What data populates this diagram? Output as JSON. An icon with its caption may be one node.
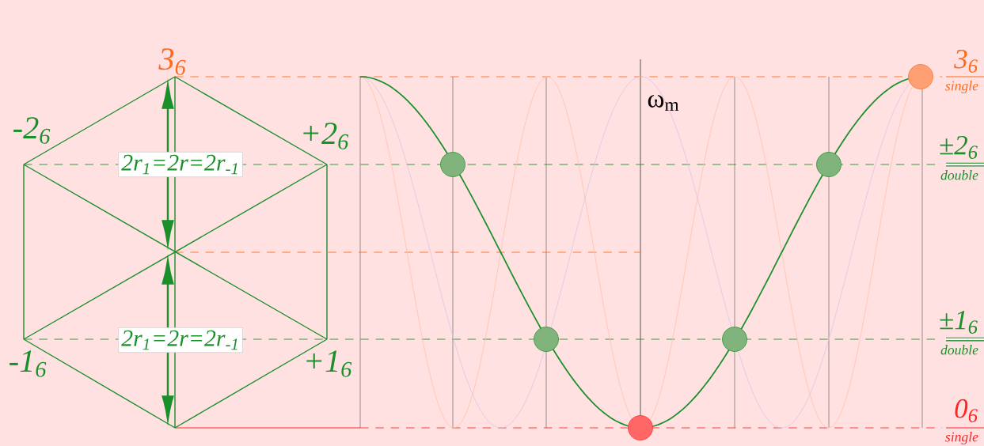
{
  "diagram": {
    "nodes": [
      {
        "text": [
          "2r$_{1}$=2r=2r$_{-1}$"
        ]
      },
      {
        "text": [
          "2r$_{1}$=2r=2r$_{-1}$"
        ]
      }
    ],
    "labels": [
      "3$_{6}$",
      "3$_{6}$",
      "single",
      "ω$_{m}$",
      "-2$_{6}$",
      "+2$_{6}$",
      "±2$_{6}$",
      "double",
      "-1$_{6}$",
      "+1$_{6}$",
      "±1$_{6}$",
      "double",
      "0$_{6}$",
      "single"
    ]
  }
}
